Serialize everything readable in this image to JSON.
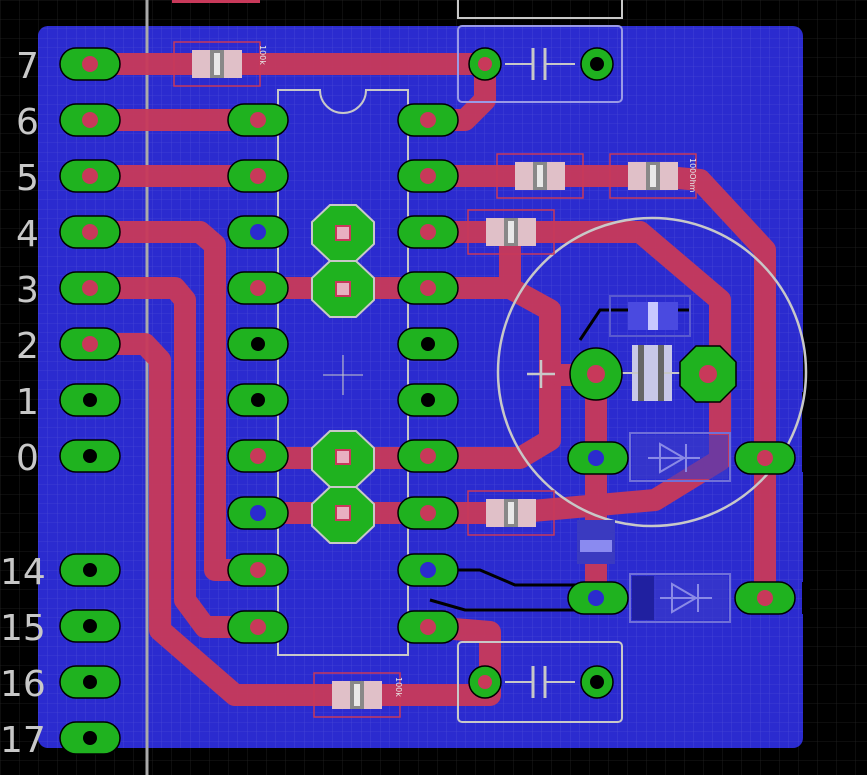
{
  "window": {
    "title": "EAGLE Board Editor"
  },
  "colors": {
    "background": "#000000",
    "grid": "#3a3a3a",
    "bottom_copper": "#2b2bcf",
    "top_copper": "#c8395a",
    "pad": "#1fb21f",
    "silkscreen": "#c8c8c8",
    "outline": "#aaaaaa"
  },
  "pin_labels": [
    {
      "id": "7",
      "text": "7"
    },
    {
      "id": "6",
      "text": "6"
    },
    {
      "id": "5",
      "text": "5"
    },
    {
      "id": "4",
      "text": "4"
    },
    {
      "id": "3",
      "text": "3"
    },
    {
      "id": "2",
      "text": "2"
    },
    {
      "id": "1",
      "text": "1"
    },
    {
      "id": "0",
      "text": "0"
    },
    {
      "id": "14",
      "text": "14"
    },
    {
      "id": "15",
      "text": "15"
    },
    {
      "id": "16",
      "text": "16"
    },
    {
      "id": "17",
      "text": "17"
    }
  ],
  "components": {
    "r_top_value": "100k",
    "r_right_value": "100Ohm",
    "r_bottom_value": "100k",
    "polarity_mark": "+"
  }
}
